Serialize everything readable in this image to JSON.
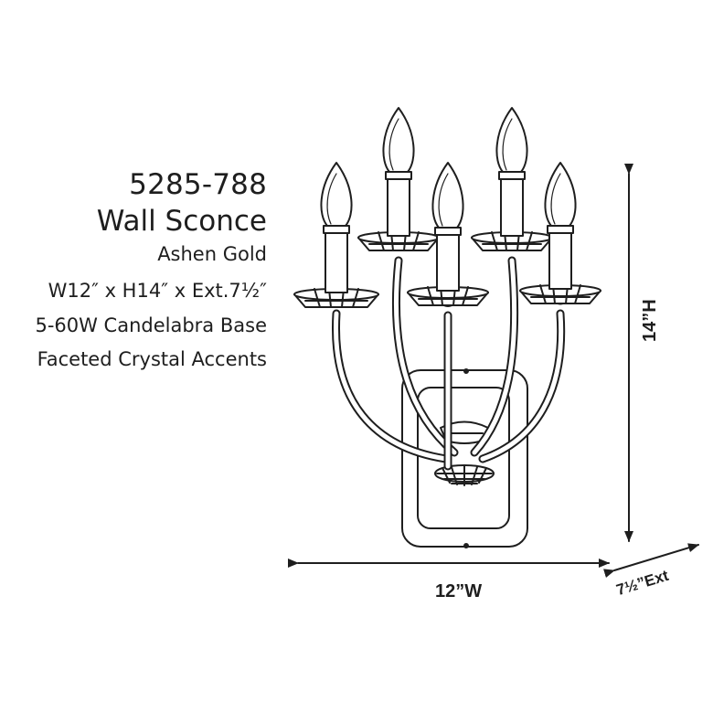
{
  "spec": {
    "model": "5285-788",
    "product_type": "Wall Sconce",
    "finish": "Ashen Gold",
    "dimensions": "W12″ x H14″ x Ext.7½″",
    "bulbs": "5-60W Candelabra Base",
    "accents": "Faceted Crystal Accents"
  },
  "dimension_labels": {
    "width": "12”W",
    "height": "14”H",
    "extension": "7½”Ext"
  },
  "drawing": {
    "subject": "five-light wall sconce line drawing",
    "candle_count": 5
  }
}
